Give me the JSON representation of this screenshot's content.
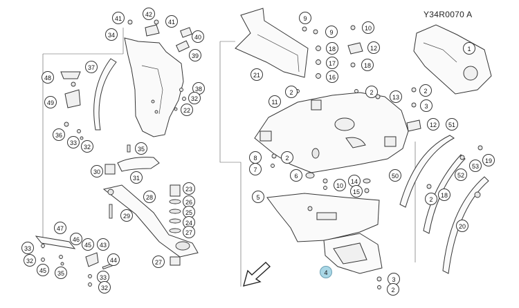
{
  "drawing_code": "Y34R0070  A",
  "callouts": [
    "41",
    "42",
    "41",
    "40",
    "34",
    "39",
    "37",
    "48",
    "38",
    "32",
    "49",
    "22",
    "36",
    "33",
    "32",
    "35",
    "30",
    "31",
    "28",
    "23",
    "26",
    "25",
    "24",
    "27",
    "29",
    "47",
    "46",
    "45",
    "43",
    "33",
    "32",
    "45",
    "35",
    "44",
    "33",
    "32",
    "27",
    "9",
    "10",
    "9",
    "18",
    "12",
    "17",
    "18",
    "16",
    "21",
    "2",
    "2",
    "13",
    "2",
    "11",
    "3",
    "12",
    "51",
    "8",
    "2",
    "7",
    "6",
    "10",
    "14",
    "15",
    "50",
    "52",
    "53",
    "19",
    "18",
    "5",
    "2",
    "20",
    "4",
    "3",
    "2",
    "1"
  ]
}
